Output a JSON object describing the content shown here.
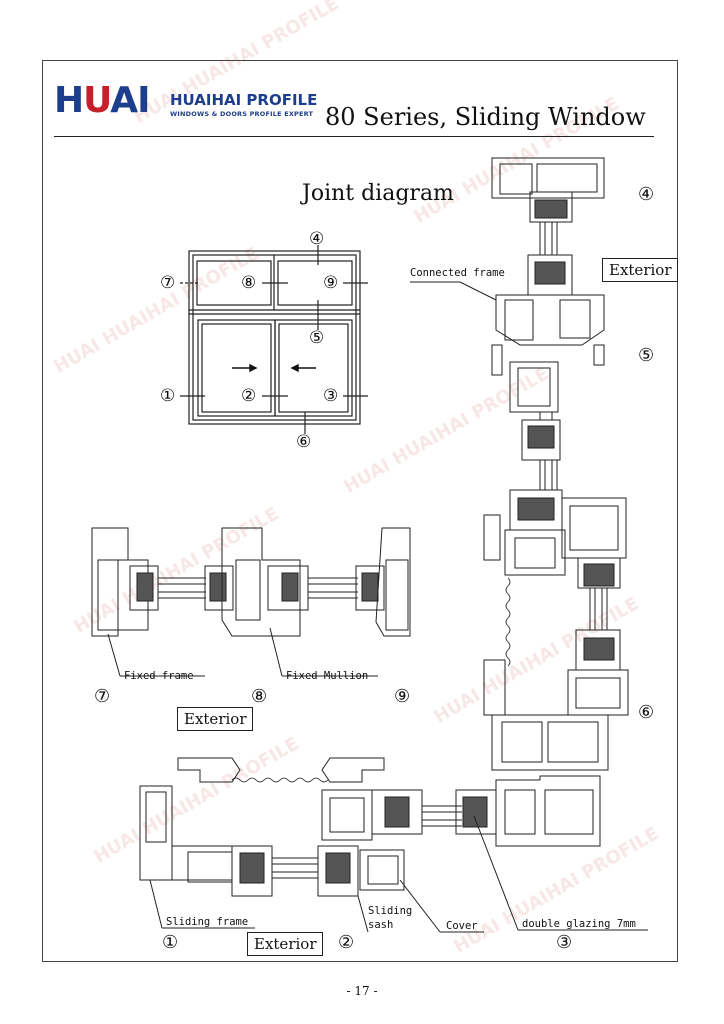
{
  "header": {
    "logo_text_1": "H",
    "logo_text_2": "U",
    "logo_text_3": "AI",
    "brand_name": "HUAIHAI PROFILE",
    "brand_tagline": "WINDOWS & DOORS PROFILE EXPERT",
    "title": "80 Series, Sliding Window"
  },
  "diagram": {
    "subtitle": "Joint diagram",
    "joint_numbers": [
      "⑦",
      "⑧",
      "⑨",
      "④",
      "⑤",
      "①",
      "②",
      "③",
      "⑥"
    ],
    "arrows": [
      "→",
      "←"
    ]
  },
  "labels": {
    "connected_frame": "Connected frame",
    "exterior": "Exterior",
    "fixed_frame": "Fixed frame",
    "fixed_mullion": "Fixed Mullion",
    "sliding_frame": "Sliding frame",
    "sliding_sash": "Sliding\nsash",
    "sliding_sash_line1": "Sliding",
    "sliding_sash_line2": "sash",
    "cover": "Cover",
    "double_glazing": "double glazing 7mm"
  },
  "section_numbers": {
    "right_top": "④",
    "right_mid": "⑤",
    "right_bottom": "⑥",
    "left_7": "⑦",
    "left_8": "⑧",
    "left_9": "⑨",
    "bottom_1": "①",
    "bottom_2": "②",
    "bottom_3": "③"
  },
  "watermark": "HUAI HUAIHAI PROFILE",
  "footer": {
    "page_number": "- 17 -"
  },
  "colors": {
    "brand_blue": "#1d3e8c",
    "brand_red": "#c8202a"
  }
}
